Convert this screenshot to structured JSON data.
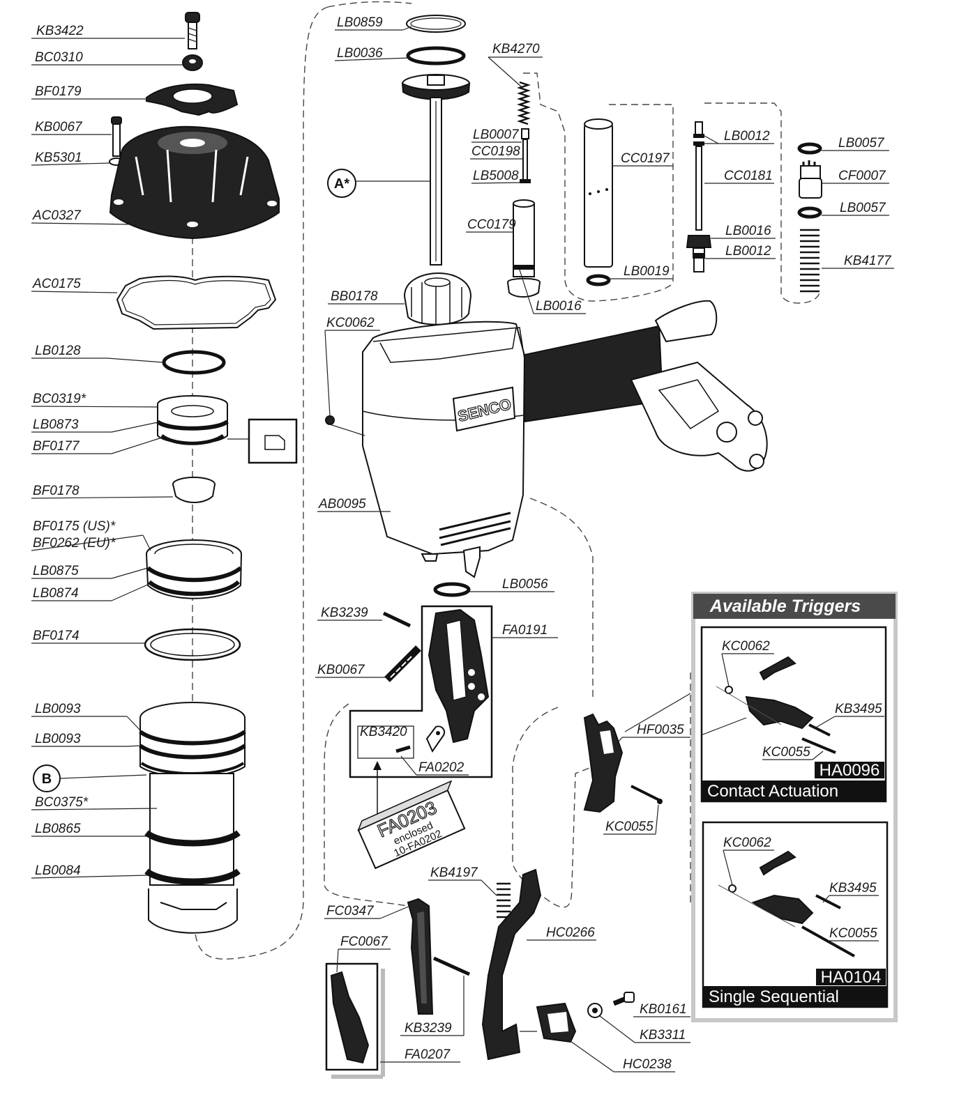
{
  "parts": {
    "kb3422": "KB3422",
    "bc0310": "BC0310",
    "bf0179": "BF0179",
    "kb0067_top": "KB0067",
    "kb5301": "KB5301",
    "ac0327": "AC0327",
    "ac0175": "AC0175",
    "lb0128": "LB0128",
    "bc0319": "BC0319*",
    "lb0873": "LB0873",
    "bf0177": "BF0177",
    "bf0178": "BF0178",
    "bf0175": "BF0175 (US)*",
    "bf0262": "BF0262 (EU)*",
    "lb0875": "LB0875",
    "lb0874": "LB0874",
    "bf0174": "BF0174",
    "lb0093_a": "LB0093",
    "lb0093_b": "LB0093",
    "bc0375": "BC0375*",
    "lb0865": "LB0865",
    "lb0084": "LB0084",
    "lb0859": "LB0859",
    "lb0036": "LB0036",
    "kb4270": "KB4270",
    "lb0007": "LB0007",
    "cc0198": "CC0198",
    "lb5008": "LB5008",
    "cc0179": "CC0179",
    "lb0016_a": "LB0016",
    "cc0197": "CC0197",
    "lb0019": "LB0019",
    "lb0012_a": "LB0012",
    "cc0181": "CC0181",
    "lb0016_b": "LB0016",
    "lb0012_b": "LB0012",
    "lb0057_a": "LB0057",
    "cf0007": "CF0007",
    "lb0057_b": "LB0057",
    "kb4177": "KB4177",
    "bb0178": "BB0178",
    "kc0062_main": "KC0062",
    "ab0095": "AB0095",
    "lb0056": "LB0056",
    "kb3239_a": "KB3239",
    "fa0191": "FA0191",
    "kb0067_mid": "KB0067",
    "kb3420": "KB3420",
    "fa0202": "FA0202",
    "hf0035": "HF0035",
    "kc0055_main": "KC0055",
    "kb4197": "KB4197",
    "fc0347": "FC0347",
    "fc0067": "FC0067",
    "hc0266": "HC0266",
    "kb3239_b": "KB3239",
    "fa0207": "FA0207",
    "kb0161": "KB0161",
    "kb3311": "KB3311",
    "hc0238": "HC0238"
  },
  "callouts": {
    "a": "A*",
    "b": "B"
  },
  "brand": "SENCO",
  "kit_box": {
    "code": "FA0203",
    "line1": "enclosed",
    "line2": "10-FA0202"
  },
  "triggers": {
    "title": "Available Triggers",
    "contact": {
      "kc0062": "KC0062",
      "kb3495": "KB3495",
      "kc0055": "KC0055",
      "code": "HA0096",
      "name": "Contact Actuation"
    },
    "sequential": {
      "kc0062": "KC0062",
      "kb3495": "KB3495",
      "kc0055": "KC0055",
      "code": "HA0104",
      "name": "Single Sequential"
    }
  },
  "colors": {
    "trigger_header": "#4a4a4a",
    "panel_border": "#c8c8c8",
    "ink": "#111111"
  }
}
